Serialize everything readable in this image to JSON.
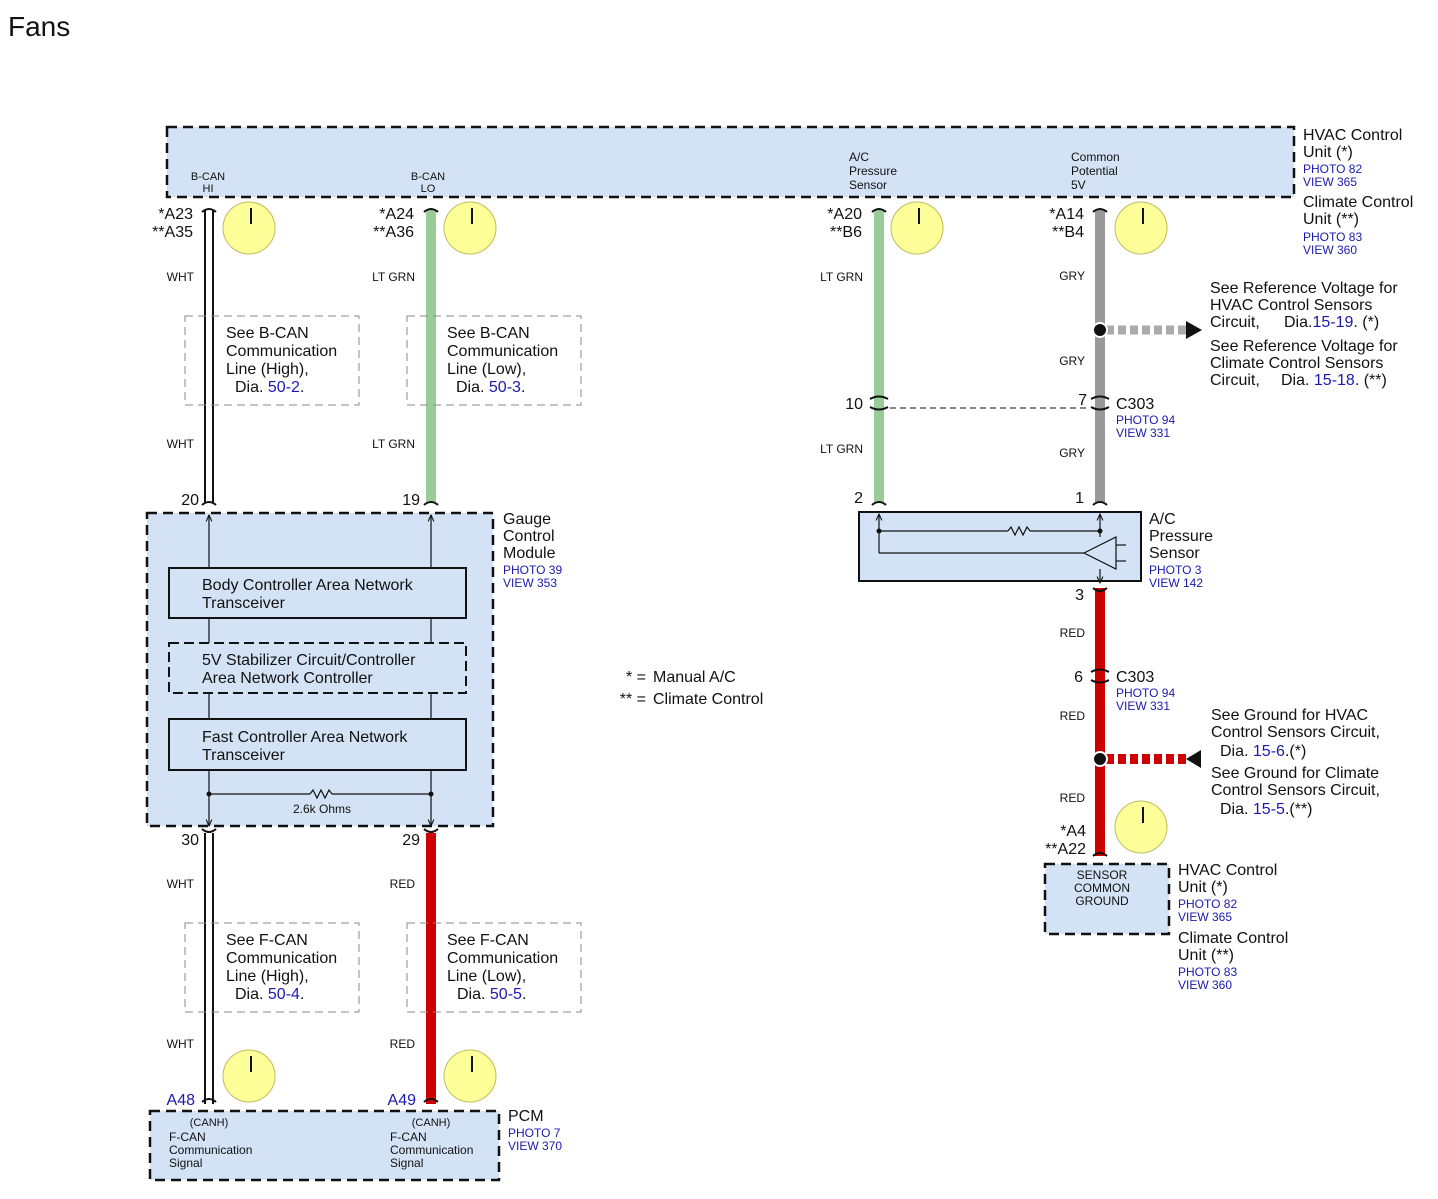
{
  "title": "Fans",
  "colors": {
    "box_fill": "#d3e3f5",
    "wht": "#ffffff",
    "lt_grn": "#99cc99",
    "gry": "#999999",
    "red": "#cc0000",
    "link": "#1a1ab0",
    "test_point": "#ffff99"
  },
  "hvac_top": {
    "pins": {
      "bcan_hi": "B-CAN\nHI",
      "bcan_lo": "B-CAN\nLO",
      "ac_pressure": "A/C\nPressure\nSensor",
      "common_5v": "Common\nPotential\n5V"
    },
    "label_a": "HVAC Control\nUnit (*)",
    "photo_a": "PHOTO 82",
    "view_a": "VIEW 365",
    "label_b": "Climate Control\nUnit (**)",
    "photo_b": "PHOTO 83",
    "view_b": "VIEW 360"
  },
  "terminals": {
    "a23": "*A23\n**A35",
    "a24": "*A24\n**A36",
    "a20": "*A20\n**B6",
    "a14": "*A14\n**B4",
    "a4": "*A4\n**A22"
  },
  "wire_labels": {
    "wht": "WHT",
    "lt_grn": "LT GRN",
    "gry": "GRY",
    "red": "RED"
  },
  "see_boxes": {
    "bcan_high": {
      "text": "See B-CAN\nCommunication\nLine (High),",
      "dia": "Dia.",
      "link": "50-2",
      "end": "."
    },
    "bcan_low": {
      "text": "See B-CAN\nCommunication\nLine (Low),",
      "dia": "Dia.",
      "link": "50-3",
      "end": "."
    },
    "fcan_high": {
      "text": "See F-CAN\nCommunication\nLine (High),",
      "dia": "Dia.",
      "link": "50-4",
      "end": "."
    },
    "fcan_low": {
      "text": "See F-CAN\nCommunication\nLine (Low),",
      "dia": "Dia.",
      "link": "50-5",
      "end": "."
    }
  },
  "gauge_module": {
    "pins": {
      "p20": "20",
      "p19": "19",
      "p30": "30",
      "p29": "29"
    },
    "label": "Gauge\nControl\nModule",
    "photo": "PHOTO 39",
    "view": "VIEW 353",
    "blocks": [
      "Body Controller Area Network\nTransceiver",
      "5V Stabilizer Circuit/Controller\nArea Network Controller",
      "Fast Controller Area Network\nTransceiver"
    ],
    "resistor": "2.6k Ohms"
  },
  "legend": [
    {
      "sym": "* =",
      "text": "Manual A/C"
    },
    {
      "sym": "** =",
      "text": "Climate Control"
    }
  ],
  "ref_voltage": {
    "hvac": {
      "text": "See Reference Voltage for\nHVAC Control Sensors\nCircuit,",
      "dia": "Dia.",
      "link": "15-19",
      "end": ". (*)"
    },
    "climate": {
      "text": "See Reference Voltage for\nClimate Control Sensors\nCircuit,",
      "dia": "Dia.",
      "link": "15-18",
      "end": ". (**)"
    }
  },
  "c303": {
    "name": "C303",
    "photo": "PHOTO 94",
    "view": "VIEW 331",
    "pins": {
      "p10": "10",
      "p7": "7",
      "p6": "6"
    }
  },
  "ac_sensor": {
    "pins": {
      "p2": "2",
      "p1": "1",
      "p3": "3"
    },
    "label": "A/C\nPressure\nSensor",
    "photo": "PHOTO 3",
    "view": "VIEW 142"
  },
  "ground_refs": {
    "hvac": {
      "text": "See Ground for HVAC\nControl Sensors Circuit,",
      "dia": "Dia.",
      "link": "15-6",
      "end": ".(*)"
    },
    "climate": {
      "text": "See Ground for Climate\nControl Sensors Circuit,",
      "dia": "Dia.",
      "link": "15-5",
      "end": ".(**)"
    }
  },
  "hvac_bottom": {
    "pin": "SENSOR\nCOMMON\nGROUND",
    "label_a": "HVAC Control\nUnit (*)",
    "photo_a": "PHOTO 82",
    "view_a": "VIEW 365",
    "label_b": "Climate Control\nUnit (**)",
    "photo_b": "PHOTO 83",
    "view_b": "VIEW 360"
  },
  "pcm": {
    "pin_a48": "A48",
    "pin_a49": "A49",
    "canh_a": "(CANH)",
    "canh_b": "(CANH)",
    "signal_a": "F-CAN\nCommunication\nSignal",
    "signal_b": "F-CAN\nCommunication\nSignal",
    "label": "PCM",
    "photo": "PHOTO 7",
    "view": "VIEW 370"
  }
}
